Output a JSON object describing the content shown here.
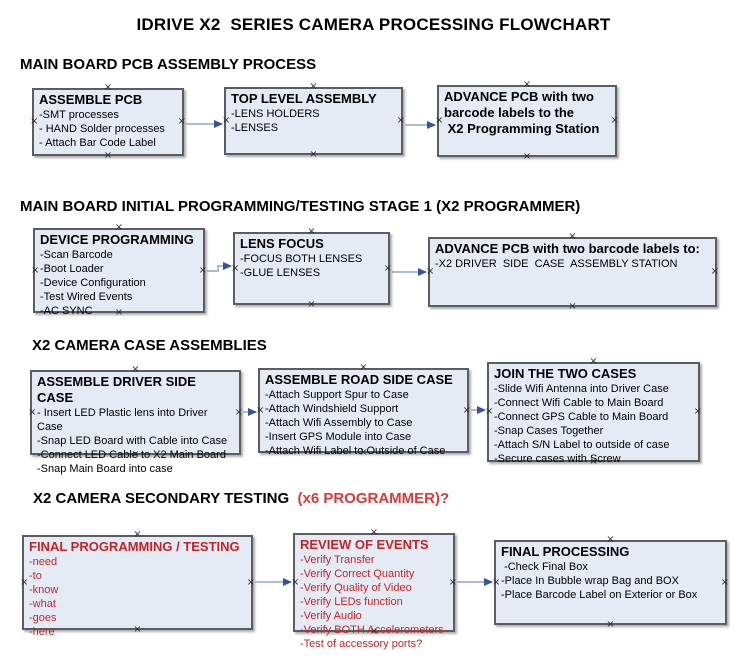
{
  "title": "IDRIVE X2  SERIES CAMERA PROCESSING FLOWCHART",
  "colors": {
    "box_fill": "#e4ebf5",
    "box_border": "#5b5d60",
    "connector_line": "#9fb3d0",
    "connector_arrow": "#35539e",
    "red_box_text": "#c42428",
    "red_heading_text": "#da3a3a"
  },
  "sections": [
    {
      "heading": "MAIN BOARD PCB ASSEMBLY PROCESS",
      "boxes": [
        {
          "title": "ASSEMBLE PCB",
          "lines": [
            "-SMT processes",
            "- HAND Solder processes",
            "- Attach Bar Code Label"
          ]
        },
        {
          "title": "TOP LEVEL ASSEMBLY",
          "lines": [
            "-LENS HOLDERS",
            "-LENSES"
          ]
        },
        {
          "title": "ADVANCE PCB with two\nbarcode labels to the\n X2 Programming Station",
          "lines": []
        }
      ]
    },
    {
      "heading": "MAIN BOARD INITIAL PROGRAMMING/TESTING STAGE 1 (X2 PROGRAMMER)",
      "boxes": [
        {
          "title": "DEVICE PROGRAMMING",
          "lines": [
            "-Scan Barcode",
            "-Boot Loader",
            "-Device Configuration",
            "-Test Wired Events",
            "-AC SYNC"
          ]
        },
        {
          "title": "LENS FOCUS",
          "lines": [
            "-FOCUS BOTH LENSES",
            "-GLUE LENSES"
          ]
        },
        {
          "title": "ADVANCE PCB with two barcode labels to:",
          "lines": [
            "-X2 DRIVER  SIDE  CASE  ASSEMBLY STATION"
          ]
        }
      ]
    },
    {
      "heading": "X2 CAMERA CASE ASSEMBLIES",
      "boxes": [
        {
          "title": "ASSEMBLE DRIVER SIDE CASE",
          "lines": [
            "- Insert LED Plastic lens into Driver Case",
            "-Snap LED Board with Cable into Case",
            "-Connect LED Cable to X2 Main Board",
            "-Snap Main Board into case"
          ]
        },
        {
          "title": "ASSEMBLE ROAD SIDE CASE",
          "lines": [
            "-Attach Support Spur to Case",
            "-Attach Windshield Support",
            "-Attach Wifi Assembly to Case",
            "-Insert GPS Module into Case",
            "-Attach Wifi Label to Outside of Case"
          ]
        },
        {
          "title": "JOIN THE TWO CASES",
          "lines": [
            "-Slide Wifi Antenna into Driver Case",
            "-Connect Wifi Cable to Main Board",
            "-Connect GPS Cable to Main Board",
            "-Snap Cases Together",
            "-Attach S/N Label to outside of case",
            "-Secure cases with Screw"
          ]
        }
      ]
    },
    {
      "heading": "X2 CAMERA SECONDARY TESTING",
      "heading_suffix": "  (x6 PROGRAMMER)?",
      "boxes": [
        {
          "title": "FINAL PROGRAMMING / TESTING",
          "lines": [
            "-need",
            "-to",
            "-know",
            "-what",
            "-goes",
            "-here"
          ]
        },
        {
          "title": "REVIEW OF EVENTS",
          "lines": [
            "-Verify Transfer",
            "-Verify Correct Quantity",
            "-Verify Quality of Video",
            "-Verify LEDs function",
            "-Verify Audio",
            "-Verify BOTH Accelerometers",
            "-Test of accessory ports?"
          ]
        },
        {
          "title": "FINAL PROCESSING",
          "lines": [
            " -Check Final Box",
            "-Place In Bubble wrap Bag and BOX",
            "-Place Barcode Label on Exterior or Box"
          ]
        }
      ]
    }
  ]
}
